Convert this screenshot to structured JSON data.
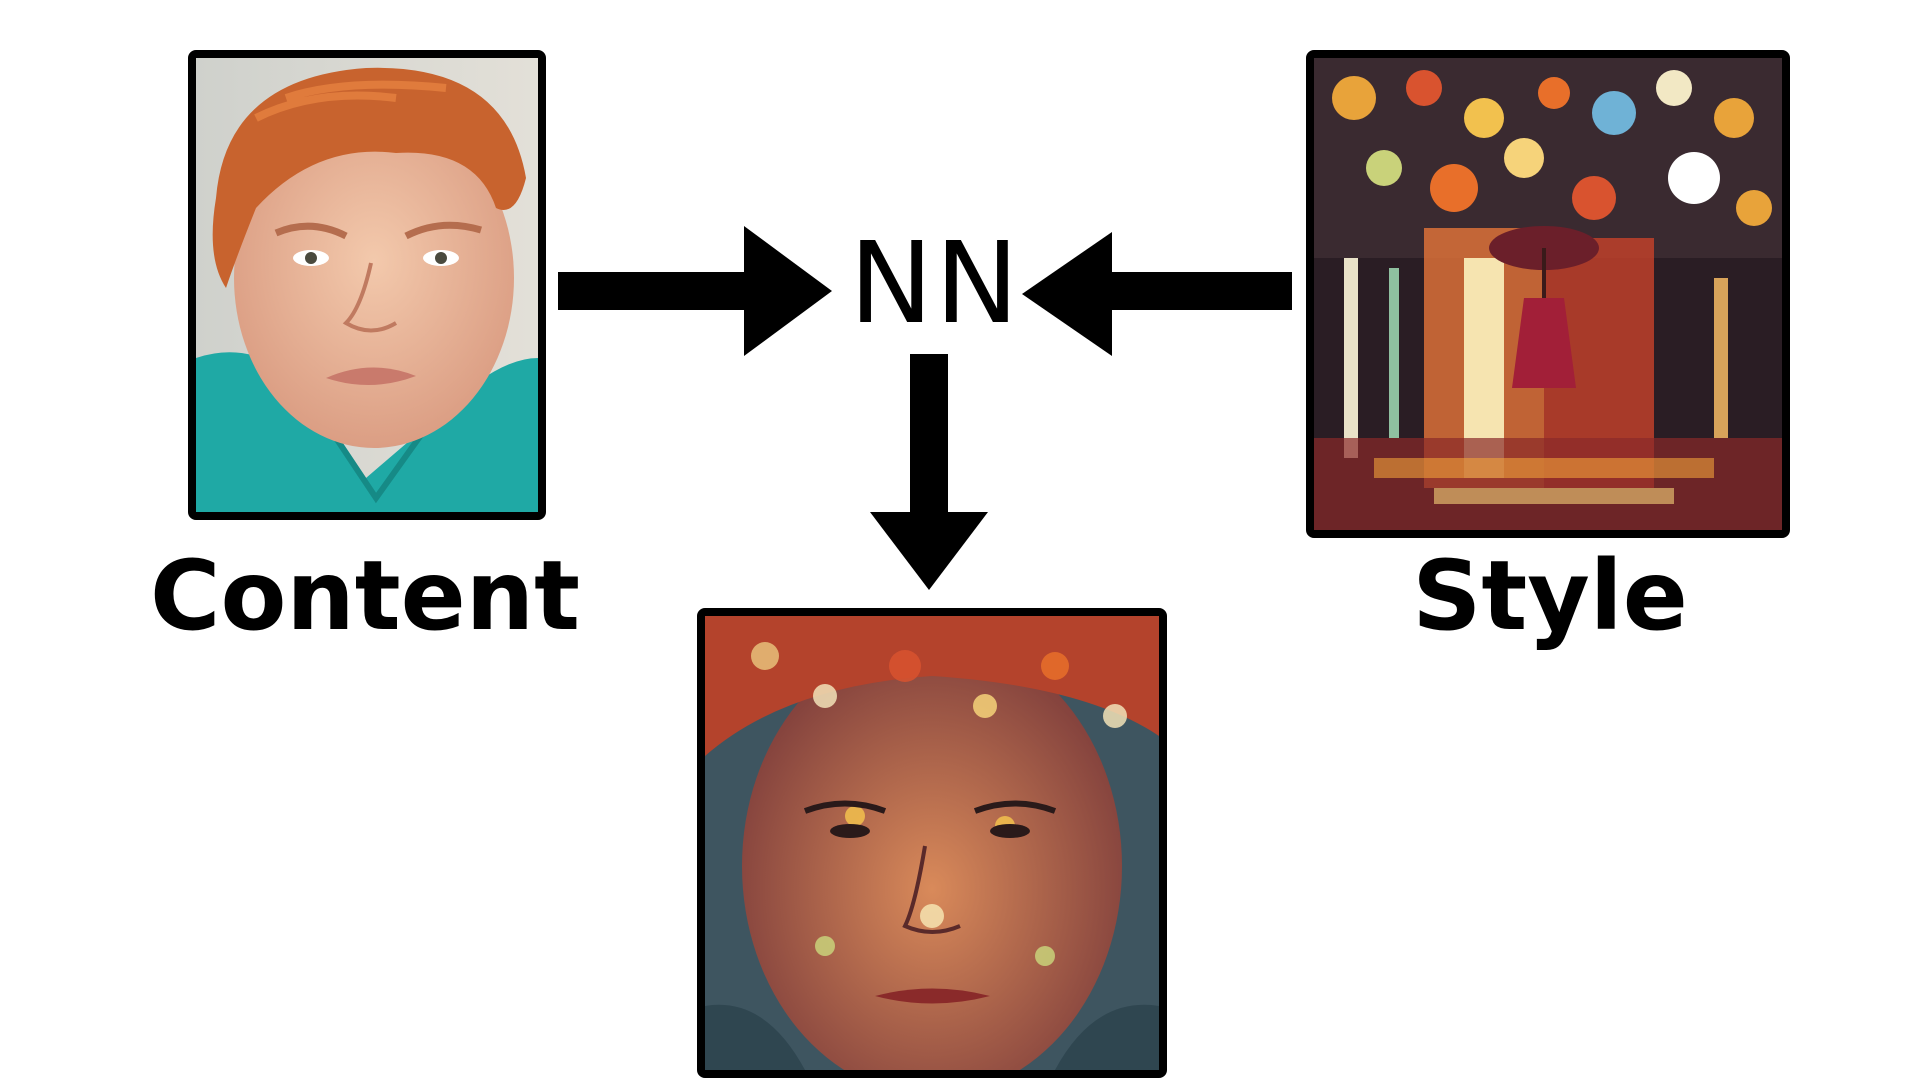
{
  "labels": {
    "content": "Content",
    "style": "Style",
    "network": "NN"
  },
  "images": {
    "content": "photo of a red-haired boy in a teal shirt",
    "style": "colorful palette-knife painting of a figure with an umbrella on a rainy street",
    "output": "boy portrait rendered in the painting's colorful style"
  },
  "colors": {
    "frame": "#000000",
    "arrow": "#000000",
    "background": "#ffffff"
  }
}
